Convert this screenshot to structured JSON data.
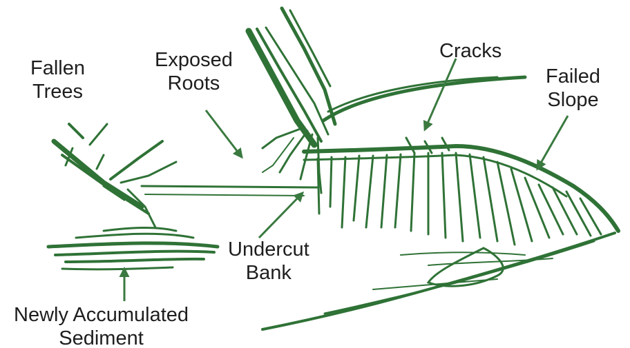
{
  "colors": {
    "illustration": "#3a7a40",
    "illustration_dark": "#2a6a31",
    "text": "#1e1e1e",
    "arrow": "#3a7a40",
    "background": "#ffffff"
  },
  "labels": {
    "fallen_trees": [
      "Fallen",
      "Trees"
    ],
    "exposed_roots": [
      "Exposed",
      "Roots"
    ],
    "cracks": [
      "Cracks"
    ],
    "failed_slope": [
      "Failed",
      "Slope"
    ],
    "undercut_bank": [
      "Undercut",
      "Bank"
    ],
    "newly_accumulated_sediment": [
      "Newly Accumulated",
      "Sediment"
    ]
  },
  "elements": {
    "standing_tree": "standing-tree-illustration",
    "fallen_trees": "fallen-trees-illustration",
    "stream_bank": "eroded-stream-bank-illustration",
    "sediment": "sediment-deposit-illustration",
    "stream_channel": "stream-channel-illustration"
  }
}
